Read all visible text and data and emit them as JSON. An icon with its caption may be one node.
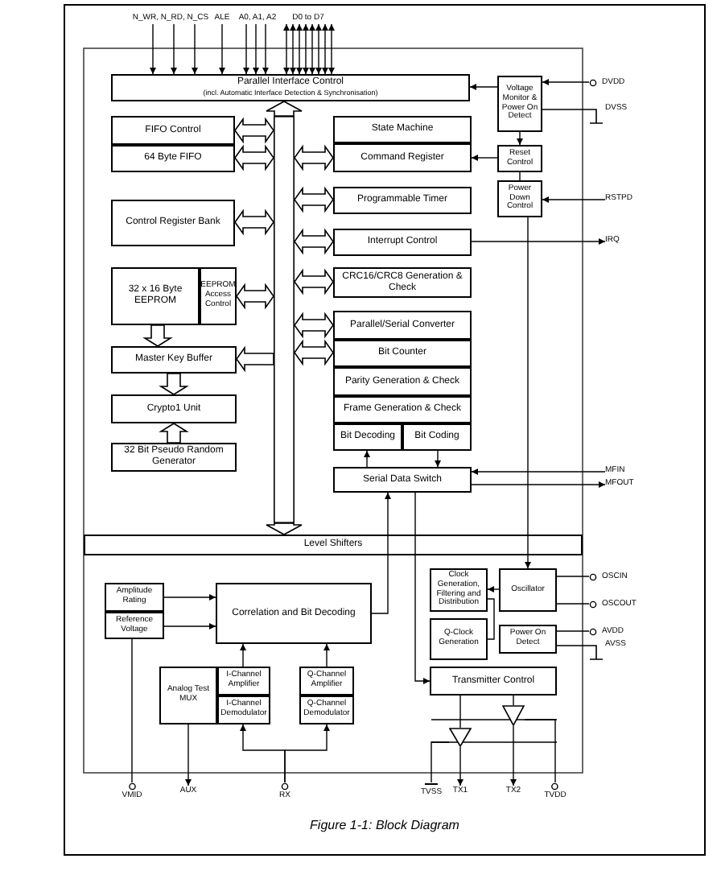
{
  "diagram": {
    "caption": "Figure 1-1: Block Diagram",
    "nodes": [
      {
        "text": [
          "Parallel Interface Control",
          "(incl. Automatic Interface Detection & Synchronisation)"
        ]
      },
      {
        "text": [
          "Voltage Monitor & Power On Detect"
        ]
      },
      {
        "text": [
          "FIFO Control"
        ]
      },
      {
        "text": [
          "64 Byte FIFO"
        ]
      },
      {
        "text": [
          "State Machine"
        ]
      },
      {
        "text": [
          "Command Register"
        ]
      },
      {
        "text": [
          "Reset Control"
        ]
      },
      {
        "text": [
          "Power Down Control"
        ]
      },
      {
        "text": [
          "Control Register Bank"
        ]
      },
      {
        "text": [
          "Programmable Timer"
        ]
      },
      {
        "text": [
          "Interrupt Control"
        ]
      },
      {
        "text": [
          "32 x 16 Byte EEPROM"
        ]
      },
      {
        "text": [
          "EEPROM Access Control"
        ]
      },
      {
        "text": [
          "CRC16/CRC8 Generation & Check"
        ]
      },
      {
        "text": [
          "Master Key Buffer"
        ]
      },
      {
        "text": [
          "Parallel/Serial Converter"
        ]
      },
      {
        "text": [
          "Bit Counter"
        ]
      },
      {
        "text": [
          "Crypto1 Unit"
        ]
      },
      {
        "text": [
          "Parity Generation & Check"
        ]
      },
      {
        "text": [
          "Frame Generation & Check"
        ]
      },
      {
        "text": [
          "32 Bit Pseudo Random Generator"
        ]
      },
      {
        "text": [
          "Bit Decoding"
        ]
      },
      {
        "text": [
          "Bit Coding"
        ]
      },
      {
        "text": [
          "Serial Data Switch"
        ]
      },
      {
        "text": [],
        "shape": "bar"
      },
      {
        "text": [
          "Level Shifters"
        ]
      },
      {
        "text": [
          "Amplitude Rating"
        ]
      },
      {
        "text": [
          "Reference Voltage"
        ]
      },
      {
        "text": [
          "Correlation and Bit Decoding"
        ]
      },
      {
        "text": [
          "Clock Generation, Filtering and Distribution"
        ]
      },
      {
        "text": [
          "Oscillator"
        ]
      },
      {
        "text": [
          "Q-Clock Generation"
        ]
      },
      {
        "text": [
          "Power On Detect"
        ]
      },
      {
        "text": [
          "Analog Test MUX"
        ]
      },
      {
        "text": [
          "I-Channel Amplifier"
        ]
      },
      {
        "text": [
          "I-Channel Demodulator"
        ]
      },
      {
        "text": [
          "Q-Channel Amplifier"
        ]
      },
      {
        "text": [
          "Q-Channel Demodulator"
        ]
      },
      {
        "text": [
          "Transmitter Control"
        ]
      },
      {
        "text": [],
        "shape": "triangle"
      },
      {
        "text": [],
        "shape": "triangle"
      },
      {
        "text": [
          "N_WR, N_RD, N_CS"
        ]
      },
      {
        "text": [
          "ALE"
        ]
      },
      {
        "text": [
          "A0, A1, A2"
        ]
      },
      {
        "text": [
          "D0 to D7"
        ]
      },
      {
        "text": [
          "DVDD"
        ]
      },
      {
        "text": [
          "DVSS"
        ]
      },
      {
        "text": [
          "RSTPD"
        ]
      },
      {
        "text": [
          "IRQ"
        ]
      },
      {
        "text": [
          "MFIN"
        ]
      },
      {
        "text": [
          "MFOUT"
        ]
      },
      {
        "text": [
          "OSCIN"
        ]
      },
      {
        "text": [
          "OSCOUT"
        ]
      },
      {
        "text": [
          "AVDD"
        ]
      },
      {
        "text": [
          "AVSS"
        ]
      },
      {
        "text": [
          "VMID"
        ]
      },
      {
        "text": [
          "AUX"
        ]
      },
      {
        "text": [
          "RX"
        ]
      },
      {
        "text": [
          "TVSS"
        ]
      },
      {
        "text": [
          "TX1"
        ]
      },
      {
        "text": [
          "TX2"
        ]
      },
      {
        "text": [
          "TVDD"
        ]
      }
    ],
    "edges": [
      {
        "from": 41,
        "to": 0,
        "arrow": "to"
      },
      {
        "from": 41,
        "to": 0,
        "arrow": "to"
      },
      {
        "from": 41,
        "to": 0,
        "arrow": "to"
      },
      {
        "from": 42,
        "to": 0,
        "arrow": "to"
      },
      {
        "from": 43,
        "to": 0,
        "arrow": "to"
      },
      {
        "from": 43,
        "to": 0,
        "arrow": "to"
      },
      {
        "from": 43,
        "to": 0,
        "arrow": "to"
      },
      {
        "from": 44,
        "to": 0,
        "arrow": "both"
      },
      {
        "from": 44,
        "to": 0,
        "arrow": "both"
      },
      {
        "from": 44,
        "to": 0,
        "arrow": "both"
      },
      {
        "from": 44,
        "to": 0,
        "arrow": "both"
      },
      {
        "from": 44,
        "to": 0,
        "arrow": "both"
      },
      {
        "from": 44,
        "to": 0,
        "arrow": "both"
      },
      {
        "from": 44,
        "to": 0,
        "arrow": "both"
      },
      {
        "from": 44,
        "to": 0,
        "arrow": "both"
      },
      {
        "from": 45,
        "to": 1,
        "arrow": "to"
      },
      {
        "from": 1,
        "to": 46,
        "arrow": "none"
      },
      {
        "from": 1,
        "to": 0,
        "arrow": "to"
      },
      {
        "from": 1,
        "to": 6,
        "arrow": "to"
      },
      {
        "from": 6,
        "to": 7,
        "arrow": "none"
      },
      {
        "from": 6,
        "to": 5,
        "arrow": "to"
      },
      {
        "from": 47,
        "to": 7,
        "arrow": "to"
      },
      {
        "from": 10,
        "to": 48,
        "arrow": "to"
      },
      {
        "from": 7,
        "to": 30,
        "arrow": "to"
      },
      {
        "from": 49,
        "to": 23,
        "arrow": "to"
      },
      {
        "from": 23,
        "to": 50,
        "arrow": "to"
      },
      {
        "from": 23,
        "to": 21,
        "arrow": "to"
      },
      {
        "from": 22,
        "to": 23,
        "arrow": "to"
      },
      {
        "from": 28,
        "to": 23,
        "arrow": "to"
      },
      {
        "from": 23,
        "to": 38,
        "arrow": "to"
      },
      {
        "from": 30,
        "to": 29,
        "arrow": "to"
      },
      {
        "from": 29,
        "to": 31,
        "arrow": "none"
      },
      {
        "from": 51,
        "to": 30,
        "arrow": "none"
      },
      {
        "from": 52,
        "to": 30,
        "arrow": "none"
      },
      {
        "from": 53,
        "to": 32,
        "arrow": "none"
      },
      {
        "from": 32,
        "to": 54,
        "arrow": "none"
      },
      {
        "from": 26,
        "to": 28,
        "arrow": "to"
      },
      {
        "from": 27,
        "to": 28,
        "arrow": "to"
      },
      {
        "from": 34,
        "to": 28,
        "arrow": "to"
      },
      {
        "from": 36,
        "to": 28,
        "arrow": "to"
      },
      {
        "from": 57,
        "to": 35,
        "arrow": "to"
      },
      {
        "from": 57,
        "to": 37,
        "arrow": "to"
      },
      {
        "from": 33,
        "to": 56,
        "arrow": "to"
      },
      {
        "from": 27,
        "to": 55,
        "arrow": "none"
      },
      {
        "from": 38,
        "to": 39,
        "arrow": "none"
      },
      {
        "from": 38,
        "to": 40,
        "arrow": "none"
      },
      {
        "from": 39,
        "to": 59,
        "arrow": "to"
      },
      {
        "from": 40,
        "to": 60,
        "arrow": "to"
      },
      {
        "from": 58,
        "to": 39,
        "arrow": "none"
      },
      {
        "from": 61,
        "to": 40,
        "arrow": "none"
      },
      {
        "from": 24,
        "to": 0,
        "arrow": "to",
        "style": "thick"
      },
      {
        "from": 24,
        "to": 25,
        "arrow": "to",
        "style": "thick"
      },
      {
        "from": 2,
        "to": 24,
        "arrow": "both",
        "style": "thick"
      },
      {
        "from": 3,
        "to": 24,
        "arrow": "both",
        "style": "thick"
      },
      {
        "from": 8,
        "to": 24,
        "arrow": "both",
        "style": "thick"
      },
      {
        "from": 12,
        "to": 24,
        "arrow": "both",
        "style": "thick"
      },
      {
        "from": 24,
        "to": 14,
        "arrow": "to",
        "style": "thick"
      },
      {
        "from": 24,
        "to": 5,
        "arrow": "both",
        "style": "thick"
      },
      {
        "from": 24,
        "to": 9,
        "arrow": "both",
        "style": "thick"
      },
      {
        "from": 24,
        "to": 10,
        "arrow": "both",
        "style": "thick"
      },
      {
        "from": 24,
        "to": 13,
        "arrow": "both",
        "style": "thick"
      },
      {
        "from": 24,
        "to": 15,
        "arrow": "both",
        "style": "thick"
      },
      {
        "from": 24,
        "to": 16,
        "arrow": "both",
        "style": "thick"
      },
      {
        "from": 11,
        "to": 14,
        "arrow": "to",
        "style": "thick"
      },
      {
        "from": 14,
        "to": 17,
        "arrow": "to",
        "style": "thick"
      },
      {
        "from": 20,
        "to": 17,
        "arrow": "to",
        "style": "thick"
      }
    ]
  }
}
